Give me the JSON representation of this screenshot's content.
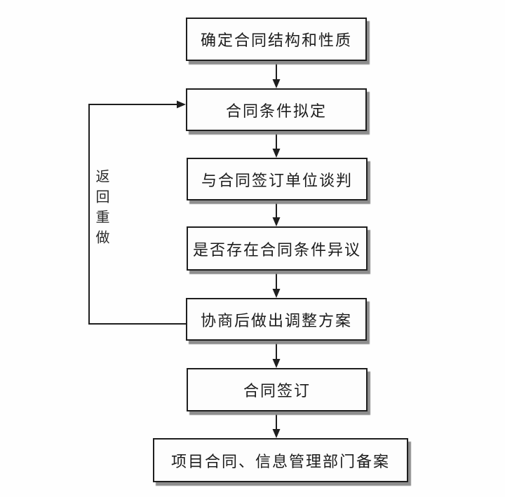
{
  "diagram": {
    "type": "flowchart",
    "direction": "top-down",
    "nodes": [
      {
        "id": "n1",
        "label": "确定合同结构和性质"
      },
      {
        "id": "n2",
        "label": "合同条件拟定"
      },
      {
        "id": "n3",
        "label": "与合同签订单位谈判"
      },
      {
        "id": "n4",
        "label": "是否存在合同条件异议"
      },
      {
        "id": "n5",
        "label": "协商后做出调整方案"
      },
      {
        "id": "n6",
        "label": "合同签订"
      },
      {
        "id": "n7",
        "label": "项目合同、信息管理部门备案"
      }
    ],
    "edges": [
      {
        "from": "n1",
        "to": "n2",
        "label": ""
      },
      {
        "from": "n2",
        "to": "n3",
        "label": ""
      },
      {
        "from": "n3",
        "to": "n4",
        "label": ""
      },
      {
        "from": "n4",
        "to": "n5",
        "label": ""
      },
      {
        "from": "n5",
        "to": "n6",
        "label": ""
      },
      {
        "from": "n6",
        "to": "n7",
        "label": ""
      },
      {
        "from": "n5",
        "to": "n2",
        "label": "返回重做",
        "route": "left-side-loop"
      }
    ],
    "loop_label": "返回重做",
    "colors": {
      "background": "#fefefe",
      "node_fill": "#fdfdfd",
      "node_border": "#1e1e1e",
      "node_shadow": "#8d8d8d",
      "line": "#1e1e1e",
      "text": "#1c1c1c"
    }
  }
}
